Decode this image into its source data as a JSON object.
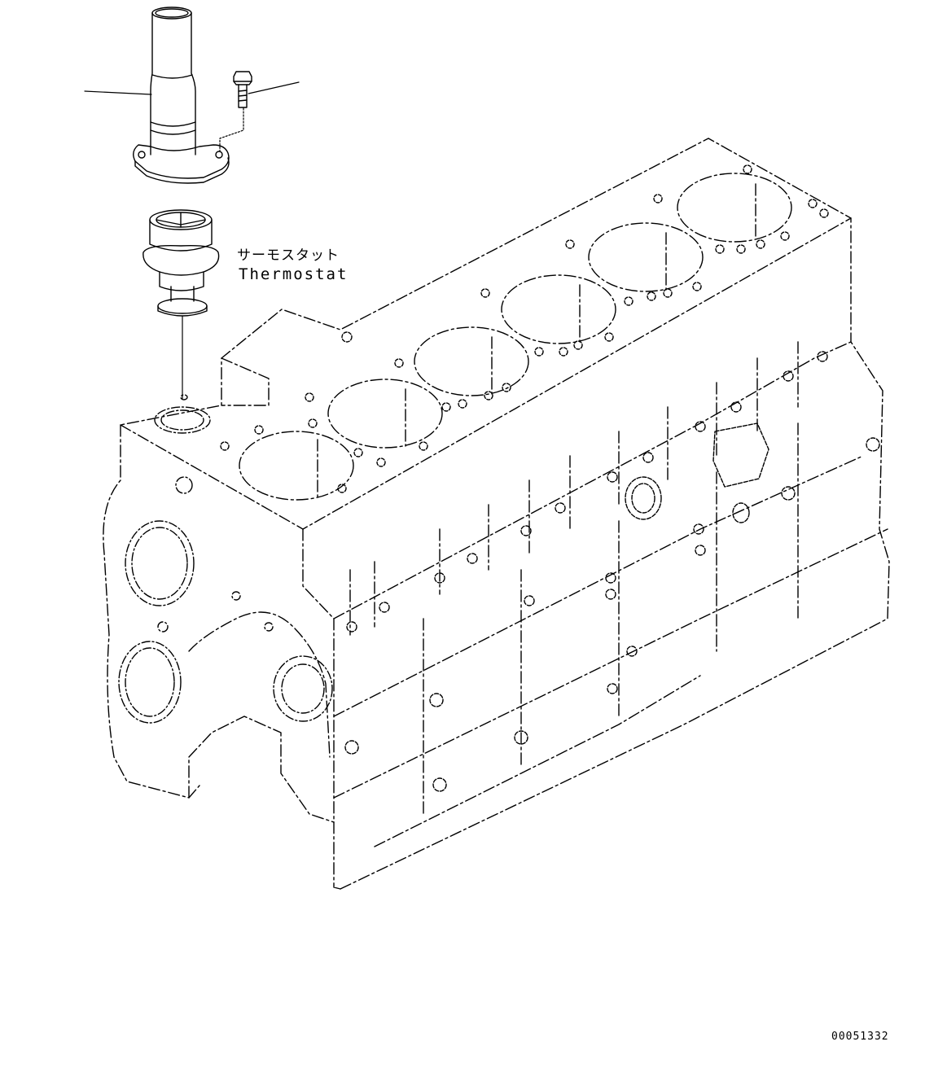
{
  "callout": {
    "japanese": "サーモスタット",
    "english": "Thermostat"
  },
  "drawing_number": "00051332",
  "colors": {
    "line": "#000000",
    "background": "#ffffff"
  },
  "parts": {
    "hidden_line_style": "dash-dot",
    "cylinder_count": 6
  }
}
